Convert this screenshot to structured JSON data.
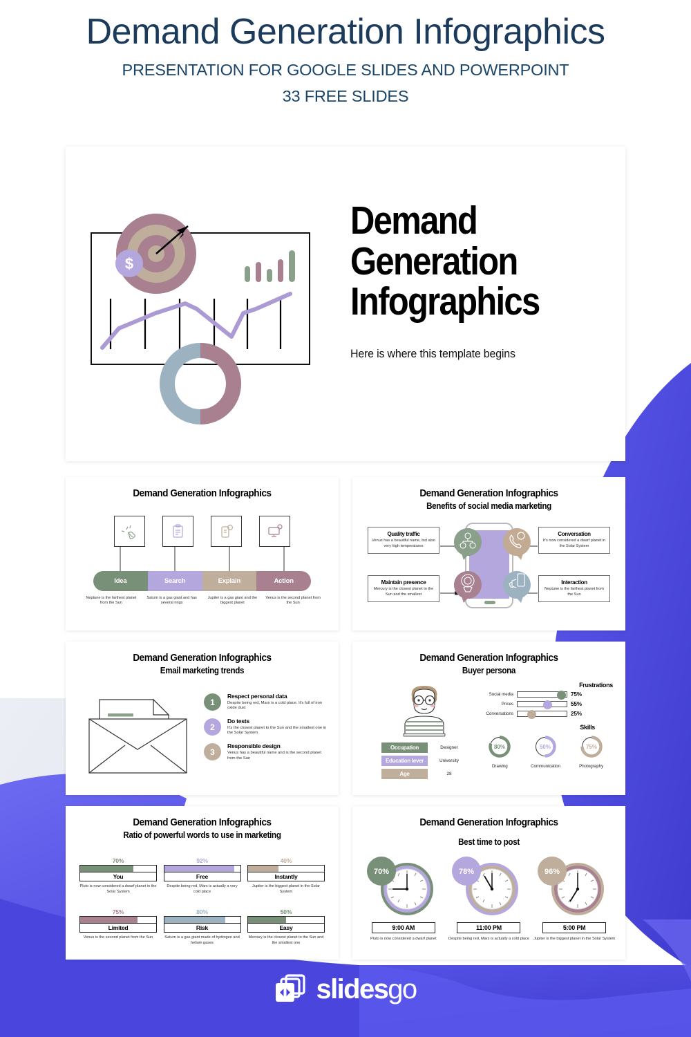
{
  "header": {
    "title": "Demand Generation Infographics",
    "subtitle1": "PRESENTATION FOR GOOGLE SLIDES AND POWERPOINT",
    "subtitle2": "33 FREE SLIDES",
    "title_color": "#1b3a5c",
    "subtitle_color": "#1b4568"
  },
  "hero": {
    "title_line1": "Demand",
    "title_line2": "Generation",
    "title_line3": "Infographics",
    "subtitle": "Here is where this template begins",
    "art": {
      "dollar_symbol": "$",
      "target_colors": [
        "#a8808f",
        "#bfae9b",
        "#a8808f",
        "#bfae9b"
      ],
      "coin_color": "#b4a7dd",
      "line_color": "#ab9ad4",
      "donut_colors": [
        "#a8808f",
        "#9db2c0"
      ],
      "bar_colors": [
        "#8aa08a",
        "#a8808f",
        "#8aa08a",
        "#a8808f",
        "#8aa08a"
      ]
    }
  },
  "palette": {
    "green": "#779077",
    "purple": "#b4a7dd",
    "tan": "#bfae9b",
    "mauve": "#a8808f",
    "blue_gray": "#9db2c0",
    "brand_blue": "#4a46dd",
    "brand_blue_light": "#5b58ec"
  },
  "slides": [
    {
      "id": "steps",
      "title": "Demand Generation Infographics",
      "subtitle": "",
      "steps": [
        {
          "icon": "hand-click-icon",
          "label": "Idea",
          "color": "#779077",
          "desc": "Neptune is the farthest planet from the Sun"
        },
        {
          "icon": "clipboard-icon",
          "label": "Search",
          "color": "#b4a7dd",
          "desc": "Saturn is a gas giant and has several rings"
        },
        {
          "icon": "megaphone-icon",
          "label": "Explain",
          "color": "#bfae9b",
          "desc": "Jupiter is a gas giant and the biggest planet"
        },
        {
          "icon": "monitor-icon",
          "label": "Action",
          "color": "#a8808f",
          "desc": "Venus is the second planet from the Sun"
        }
      ]
    },
    {
      "id": "social-benefits",
      "title": "Demand Generation Infographics",
      "subtitle": "Benefits of social media marketing",
      "boxes": [
        {
          "heading": "Quality traffic",
          "desc": "Venus has a beautiful name, but also very high temperatures",
          "side": "left",
          "bubble_color": "#8aa08a",
          "bubble_icon": "network-users-icon"
        },
        {
          "heading": "Conversation",
          "desc": "It's now considered a dwarf planet in the Solar System",
          "side": "right",
          "bubble_color": "#c3ab93",
          "bubble_icon": "phone-chat-icon"
        },
        {
          "heading": "Maintain presence",
          "desc": "Mercury is the closest planet to the Sun and the smallest",
          "side": "left",
          "bubble_color": "#a8808f",
          "bubble_icon": "location-user-icon"
        },
        {
          "heading": "Interaction",
          "desc": "Neptune is the farthest planet from the Sun",
          "side": "right",
          "bubble_color": "#9db2c0",
          "bubble_icon": "hand-mobile-icon"
        }
      ]
    },
    {
      "id": "email-trends",
      "title": "Demand Generation Infographics",
      "subtitle": "Email marketing trends",
      "items": [
        {
          "number": "1",
          "heading": "Respect personal data",
          "desc": "Despite being red, Mars is a cold place. It's full of iron oxide dust",
          "color": "#779077"
        },
        {
          "number": "2",
          "heading": "Do tests",
          "desc": "It's the closest planet to the Sun and the smallest one in the Solar System",
          "color": "#b4a7dd"
        },
        {
          "number": "3",
          "heading": "Responsible design",
          "desc": "Venus has a beautiful name and is the second planet from the Sun",
          "color": "#bfae9b"
        }
      ],
      "envelope_stripes": [
        "#8aa08a",
        "#b4a7dd",
        "#b4a7dd",
        "#bfae9b"
      ]
    },
    {
      "id": "buyer-persona",
      "title": "Demand Generation Infographics",
      "subtitle": "Buyer persona",
      "attributes": [
        {
          "label": "Occupation",
          "value": "Designer",
          "color": "#779077"
        },
        {
          "label": "Education lever",
          "value": "University",
          "color": "#b4a7dd"
        },
        {
          "label": "Age",
          "value": "28",
          "color": "#bfae9b"
        }
      ],
      "frustrations_title": "Frustrations",
      "frustrations": [
        {
          "label": "Social media",
          "value": 75,
          "value_text": "75%",
          "color": "#779077"
        },
        {
          "label": "Prices",
          "value": 55,
          "value_text": "55%",
          "color": "#b4a7dd"
        },
        {
          "label": "Conversations",
          "value": 25,
          "value_text": "25%",
          "color": "#bfae9b"
        }
      ],
      "skills_title": "Skills",
      "skills": [
        {
          "label": "Drawing",
          "value": 80,
          "value_text": "80%",
          "color": "#779077"
        },
        {
          "label": "Communication",
          "value": 50,
          "value_text": "50%",
          "color": "#b4a7dd"
        },
        {
          "label": "Photography",
          "value": 75,
          "value_text": "75%",
          "color": "#bfae9b"
        }
      ]
    },
    {
      "id": "powerful-words",
      "title": "Demand Generation Infographics",
      "subtitle": "Ratio of powerful words to use in marketing",
      "words": [
        {
          "pct": "70%",
          "value": 70,
          "word": "You",
          "color": "#779077",
          "desc": "Pluto is now considered a dwarf planet in the Solar System"
        },
        {
          "pct": "92%",
          "value": 92,
          "word": "Free",
          "color": "#b4a7dd",
          "desc": "Despite being red, Mars is actually a very cold place"
        },
        {
          "pct": "40%",
          "value": 40,
          "word": "Instantly",
          "color": "#bfae9b",
          "desc": "Jupiter is the biggest planet in the Solar System"
        },
        {
          "pct": "75%",
          "value": 75,
          "word": "Limited",
          "color": "#a8808f",
          "desc": "Venus is the second planet from the Sun"
        },
        {
          "pct": "80%",
          "value": 80,
          "word": "Risk",
          "color": "#9db2c0",
          "desc": "Saturn is a gas giant made of hydrogen and helium gases"
        },
        {
          "pct": "50%",
          "value": 50,
          "word": "Easy",
          "color": "#779077",
          "desc": "Mercury is the closest planet to the Sun and the smallest one"
        }
      ]
    },
    {
      "id": "best-time-to-post",
      "title": "Demand Generation Infographics",
      "subtitle": "Best time to post",
      "clocks": [
        {
          "pct": "70%",
          "time": "9:00 AM",
          "badge_color": "#779077",
          "ring_color": "#779077",
          "inner_ring": "#b4a7dd",
          "hour_angle": 270,
          "minute_angle": 0,
          "desc": "Pluto is now considered a dwarf planet"
        },
        {
          "pct": "78%",
          "time": "11:00 PM",
          "badge_color": "#b4a7dd",
          "ring_color": "#b4a7dd",
          "inner_ring": "#bfae9b",
          "hour_angle": 330,
          "minute_angle": 0,
          "desc": "Despite being red, Mars is actually a cold place"
        },
        {
          "pct": "96%",
          "time": "5:00 PM",
          "badge_color": "#bfae9b",
          "ring_color": "#bfae9b",
          "inner_ring": "#a8808f",
          "hour_angle": 150,
          "minute_angle": 0,
          "desc": "Jupiter is the biggest planet in the Solar System"
        }
      ]
    }
  ],
  "footer": {
    "logo_text_bold": "slides",
    "logo_text_light": "go",
    "logo_icon": "slidesgo-stacked-cards-icon"
  }
}
